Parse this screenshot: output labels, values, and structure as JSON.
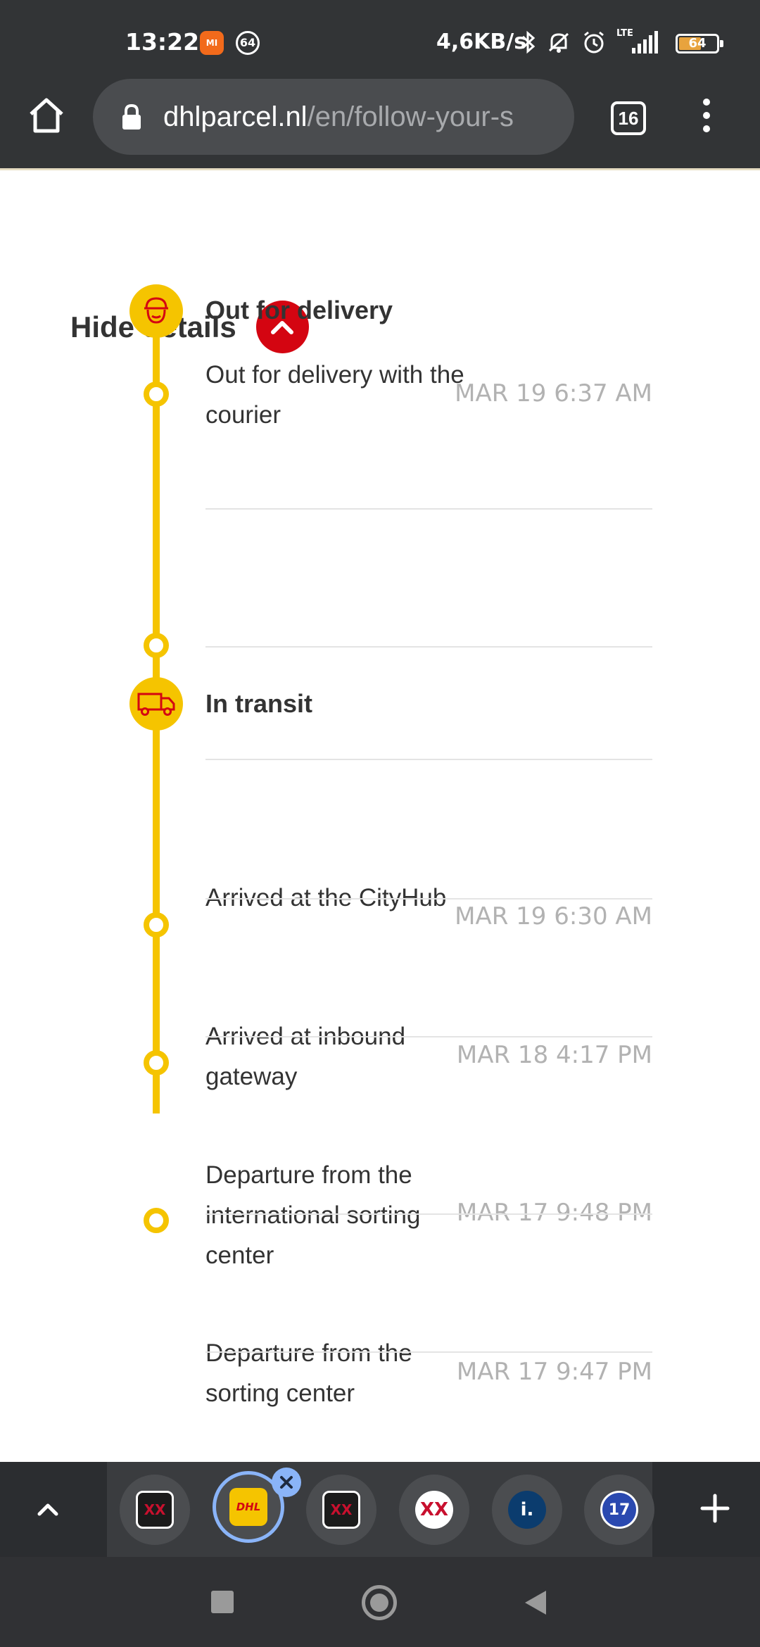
{
  "status_bar": {
    "time": "13:22",
    "mi_badge": "MI",
    "notif_badge": "64",
    "net_speed": "4,6KB/s",
    "network_label": "LTE",
    "battery_level": "64",
    "icons": [
      "bluetooth-icon",
      "mute-icon",
      "alarm-icon",
      "signal-icon",
      "battery-icon"
    ]
  },
  "browser": {
    "url_host": "dhlparcel.nl",
    "url_path": "/en/follow-your-s",
    "tab_count": "16",
    "icons": [
      "home-icon",
      "lock-icon",
      "tab-switcher-icon",
      "menu-icon"
    ]
  },
  "details": {
    "toggle_label": "Hide details"
  },
  "timeline": {
    "groups": [
      {
        "title": "Out for delivery",
        "icon": "courier-icon",
        "events": [
          {
            "desc": "Out for delivery with the courier",
            "time": "MAR 19 6:37 AM"
          }
        ]
      },
      {
        "title": "In transit",
        "icon": "truck-icon",
        "events": [
          {
            "desc": "Arrived at the CityHub",
            "time": "MAR 19 6:30 AM"
          },
          {
            "desc": "Arrived at inbound gateway",
            "time": "MAR 18 4:17 PM"
          },
          {
            "desc": "Departure from the international sorting center",
            "time": "MAR 17 9:48 PM"
          },
          {
            "desc": "Departure from the sorting center",
            "time": "MAR 17 9:47 PM"
          }
        ]
      }
    ]
  },
  "tab_strip": {
    "tabs": [
      {
        "favicon": "xx-tab-icon",
        "label": "XX"
      },
      {
        "favicon": "dhl-tab-icon",
        "label": "DHL",
        "active": true
      },
      {
        "favicon": "xx-tab-icon",
        "label": "XX"
      },
      {
        "favicon": "xx-red-tab-icon",
        "label": "XX"
      },
      {
        "favicon": "info-tab-icon",
        "label": "i."
      },
      {
        "favicon": "seventeen-tab-icon",
        "label": "17"
      }
    ]
  },
  "colors": {
    "dhl_yellow": "#f5c400",
    "dhl_red": "#d40511",
    "chrome_dark": "#323436"
  }
}
